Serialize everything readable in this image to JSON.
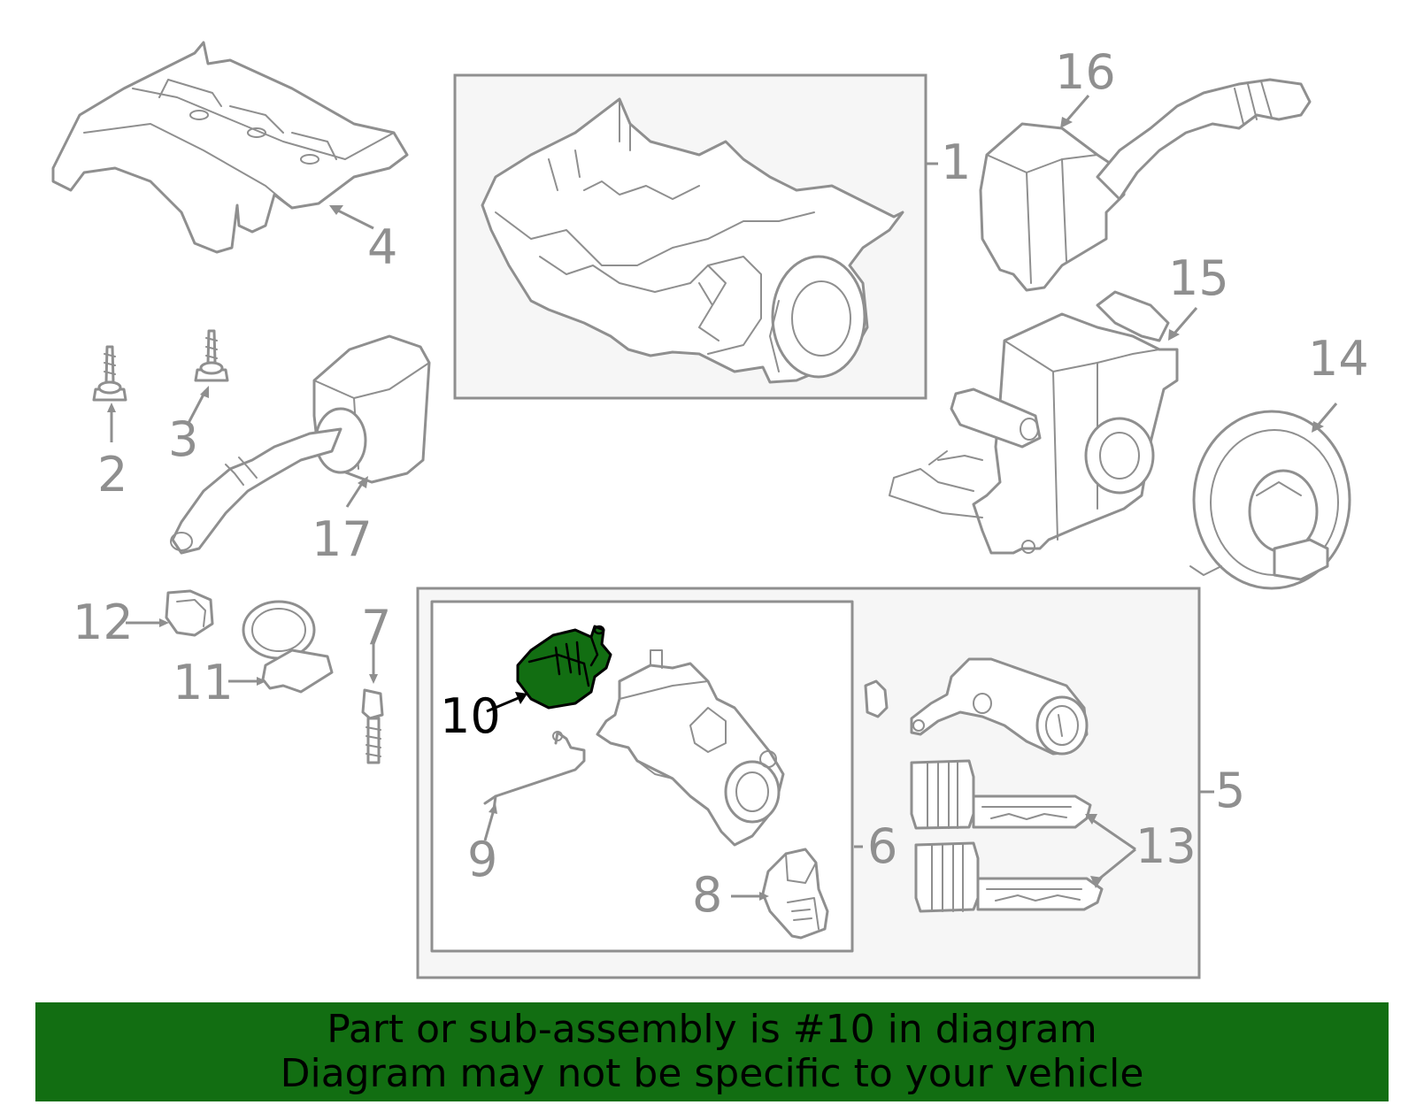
{
  "callouts": {
    "c1": "1",
    "c2": "2",
    "c3": "3",
    "c4": "4",
    "c5": "5",
    "c6": "6",
    "c7": "7",
    "c8": "8",
    "c9": "9",
    "c10": "10",
    "c11": "11",
    "c12": "12",
    "c13": "13",
    "c14": "14",
    "c15": "15",
    "c16": "16",
    "c17": "17"
  },
  "highlight": {
    "part_number": "10",
    "color": "#126e12"
  },
  "banner": {
    "line1": "Part or sub-assembly is #10 in diagram",
    "line2": "Diagram may not be specific to your vehicle",
    "background": "#126e12"
  },
  "colors": {
    "line_art": "#8f8f8f",
    "box_fill": "#f6f6f6"
  }
}
